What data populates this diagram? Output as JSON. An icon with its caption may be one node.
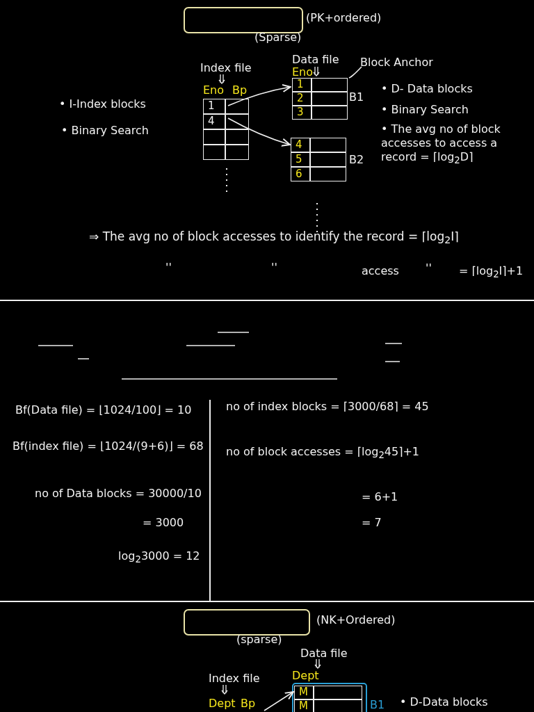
{
  "diagram": {
    "nodes": [
      {
        "text": [],
        "shape": "box",
        "beside": [
          "(PK+ordered)",
          "(Sparse)"
        ]
      },
      {
        "text": [
          "Index file",
          "Eno",
          "Bp",
          "1",
          "4"
        ]
      },
      {
        "text": [
          "Data file",
          "Eno",
          "1",
          "2",
          "3"
        ],
        "beside": [
          "B1"
        ]
      },
      {
        "text": [
          "4",
          "5",
          "6"
        ],
        "beside": [
          "B2"
        ]
      },
      {
        "text": [
          "Block Anchor"
        ]
      },
      {
        "text": [],
        "shape": "box",
        "beside": [
          "(NK+Ordered)",
          "(sparse)"
        ]
      },
      {
        "text": [
          "Index file",
          "Dept",
          "Bp"
        ]
      },
      {
        "text": [
          "Data file",
          "Dept",
          "M",
          "M"
        ],
        "beside": [
          "B1"
        ]
      }
    ],
    "edges": [
      {
        "from": 1,
        "to": 2,
        "arrow": "to"
      },
      {
        "from": 1,
        "to": 3,
        "arrow": "to"
      },
      {
        "from": 4,
        "to": 2,
        "arrow": "none"
      },
      {
        "from": 6,
        "to": 7,
        "arrow": "to"
      }
    ],
    "labels": [
      "• I-Index blocks",
      "• Binary Search",
      "• D- Data blocks",
      "• Binary Search",
      "• The avg no of block accesses to access a record = ⌈log$_{2}$D⌉",
      "⇒ The avg no of block accesses to identify the record = ⌈log$_{2}$I⌉",
      "''",
      "''",
      "access",
      "''",
      "= ⌈log$_{2}$I⌉+1",
      "Bf(Data file) = ⌊1024/100⌋ = 10",
      "Bf(index file) = ⌊1024/(9+6)⌋ = 68",
      "no of Data blocks = 30000/10",
      "= 3000",
      "log$_{2}$3000 = 12",
      "no of index blocks = ⌈3000/68⌉ = 45",
      "no of block accesses = ⌈log$_{2}$45⌉+1",
      "= 6+1",
      "= 7",
      "• D-Data blocks"
    ]
  }
}
